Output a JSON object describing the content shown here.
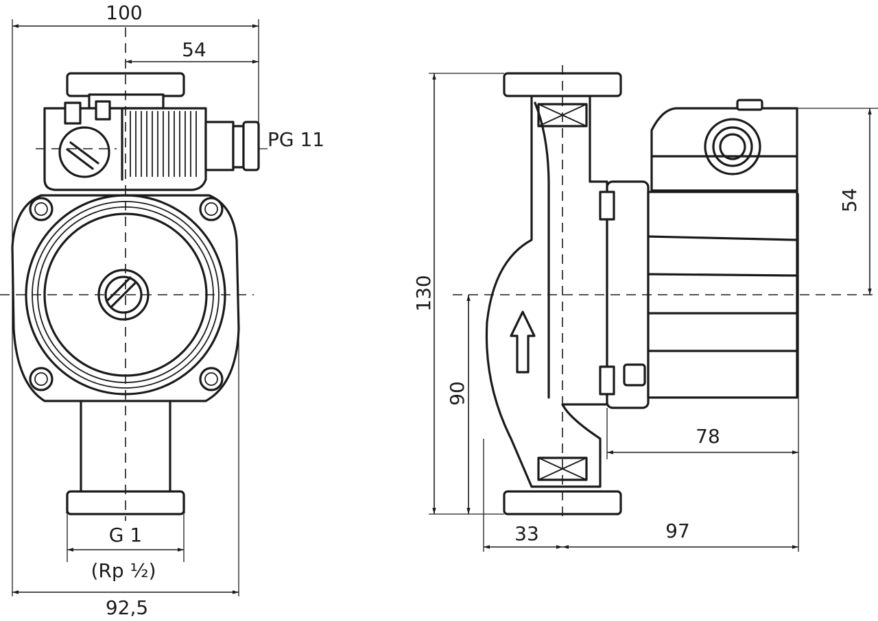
{
  "front_view": {
    "dim_total_width": "100",
    "dim_half_width": "54",
    "cable_gland": "PG 11",
    "thread": "G 1",
    "thread_alt": "(Rp ½)",
    "dim_body_width": "92,5"
  },
  "side_view": {
    "dim_total_height": "130",
    "dim_axis_height": "90",
    "dim_motor_height": "54",
    "dim_motor_length": "78",
    "dim_inlet_offset": "33",
    "dim_outlet_length": "97"
  },
  "colors": {
    "line": "#1a1a1a",
    "background": "#ffffff"
  }
}
